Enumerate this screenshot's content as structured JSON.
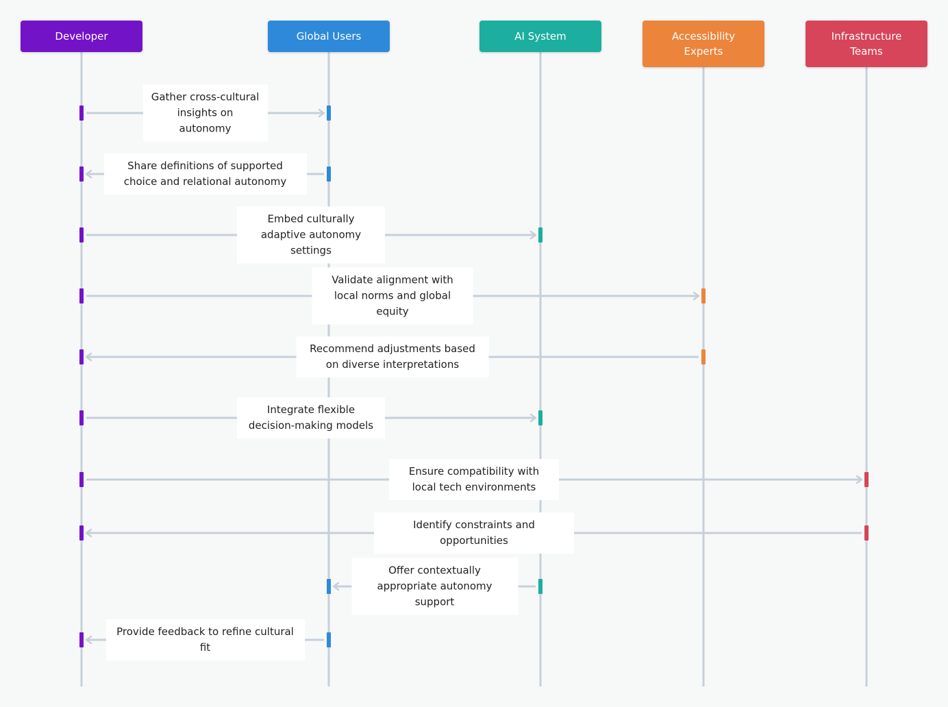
{
  "actors": [
    {
      "id": "developer",
      "label": "Developer",
      "color": "#7313c8"
    },
    {
      "id": "global-users",
      "label": "Global Users",
      "color": "#2e89db"
    },
    {
      "id": "ai-system",
      "label": "AI System",
      "color": "#1cae9f"
    },
    {
      "id": "accessibility-experts",
      "label": "Accessibility Experts",
      "color": "#ec843b"
    },
    {
      "id": "infrastructure-teams",
      "label": "Infrastructure Teams",
      "color": "#d6455a"
    }
  ],
  "messages": [
    {
      "from": "developer",
      "to": "global-users",
      "text": "Gather cross-cultural insights on autonomy"
    },
    {
      "from": "global-users",
      "to": "developer",
      "text": "Share definitions of supported choice and relational autonomy"
    },
    {
      "from": "developer",
      "to": "ai-system",
      "text": "Embed culturally adaptive autonomy settings"
    },
    {
      "from": "developer",
      "to": "accessibility-experts",
      "text": "Validate alignment with local norms and global equity"
    },
    {
      "from": "accessibility-experts",
      "to": "developer",
      "text": "Recommend adjustments based on diverse interpretations"
    },
    {
      "from": "developer",
      "to": "ai-system",
      "text": "Integrate flexible decision-making models"
    },
    {
      "from": "developer",
      "to": "infrastructure-teams",
      "text": "Ensure compatibility with local tech environments"
    },
    {
      "from": "infrastructure-teams",
      "to": "developer",
      "text": "Identify constraints and opportunities"
    },
    {
      "from": "ai-system",
      "to": "global-users",
      "text": "Offer contextually appropriate autonomy support"
    },
    {
      "from": "global-users",
      "to": "developer",
      "text": "Provide feedback to refine cultural fit"
    }
  ],
  "colors": {
    "lifeline": "#c6d0da",
    "arrow": "#c6d0da",
    "label_bg": "#ffffff",
    "text": "#222222"
  }
}
